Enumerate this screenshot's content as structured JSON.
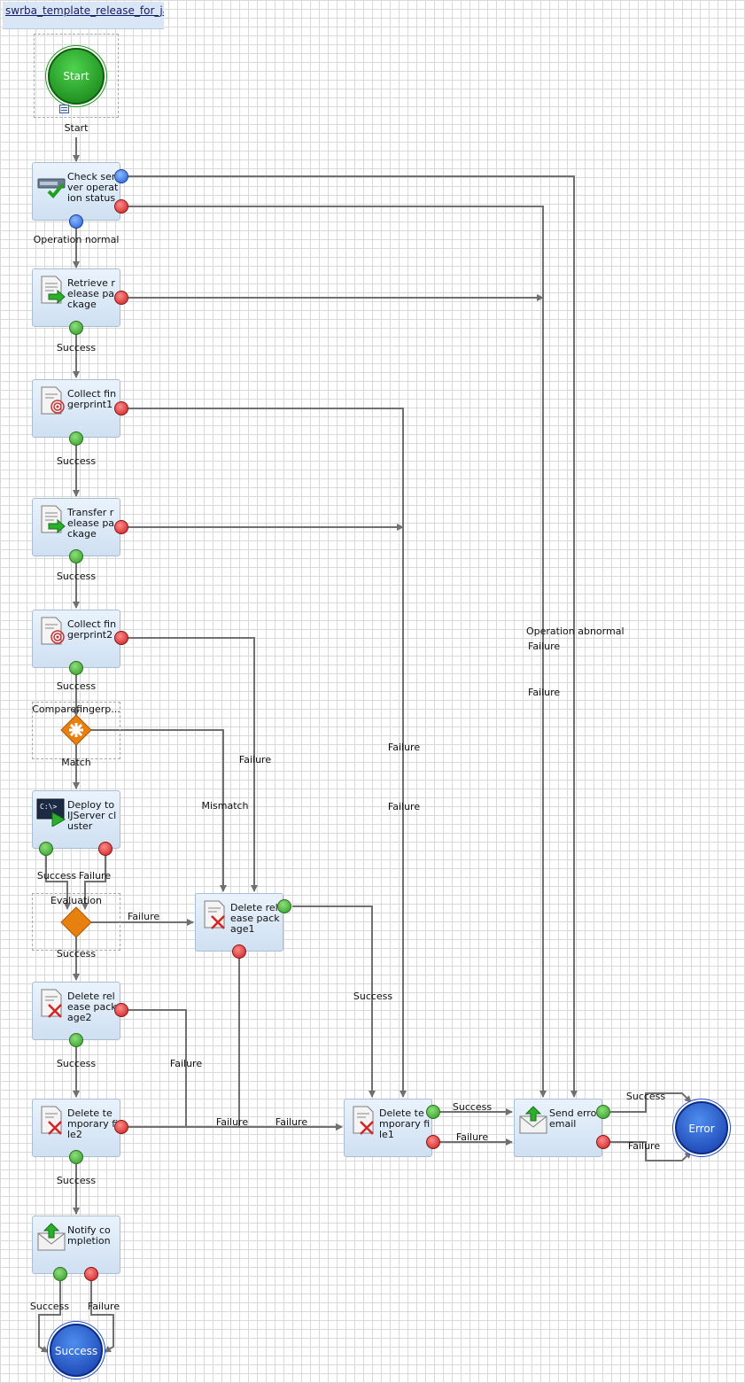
{
  "title": "swrba_template_release_for_javaee",
  "start": {
    "label": "Start",
    "caption": "Start"
  },
  "nodes": {
    "check": "Check server operation status",
    "retrieve": "Retrieve release package",
    "collect1": "Collect fingerprint1",
    "transfer": "Transfer release package",
    "collect2": "Collect fingerprint2",
    "compare": "Comparefingerp...",
    "deploy": "Deploy to IJServer cluster",
    "evaluation": "Evaluation",
    "delete_pkg1": "Delete release package1",
    "delete_pkg2": "Delete release package2",
    "delete_tmp2": "Delete temporary file2",
    "delete_tmp1": "Delete temporary file1",
    "send_error": "Send error email",
    "notify": "Notify completion"
  },
  "ends": {
    "error": "Error",
    "success": "Success"
  },
  "labels": {
    "op_normal": "Operation normal",
    "op_abnormal": "Operation abnormal",
    "success": "Success",
    "failure": "Failure",
    "match": "Match",
    "mismatch": "Mismatch"
  },
  "colors": {
    "arrow": "#707070",
    "start_green": "#1e9a1e",
    "end_blue": "#1f4fc8",
    "gateway_orange": "#e8800f"
  }
}
